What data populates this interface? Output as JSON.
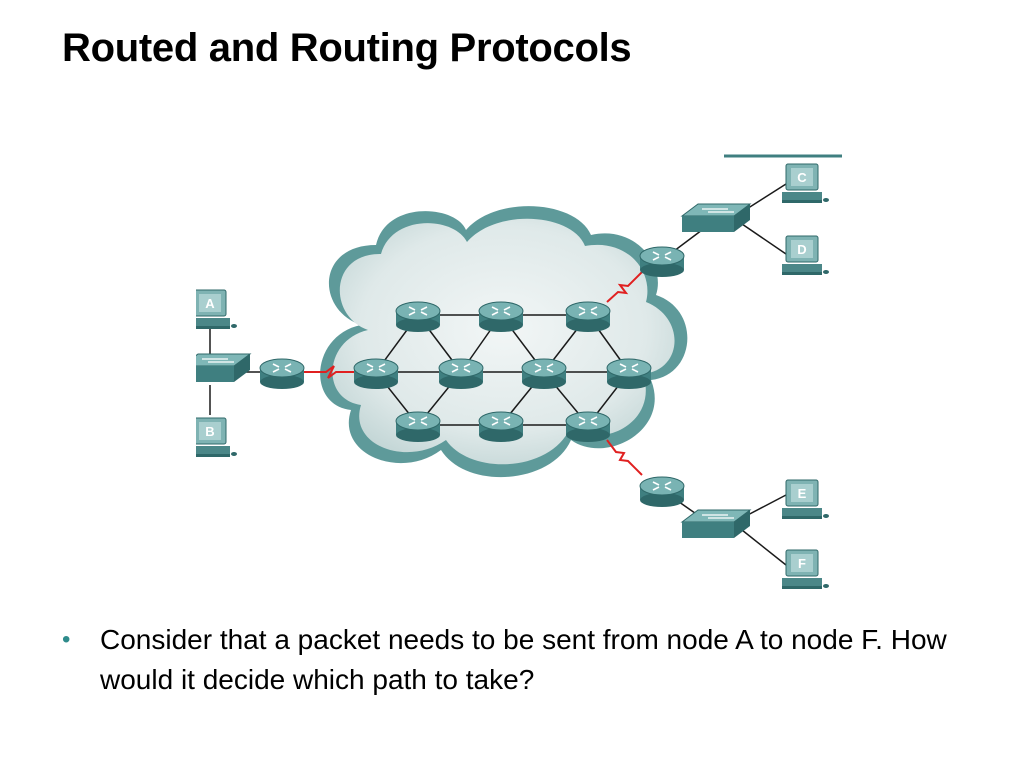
{
  "slide": {
    "title": "Routed and Routing Protocols",
    "bullets": [
      "Consider that a packet needs to be sent from node A to node F. How would it decide which path to take?"
    ]
  },
  "diagram": {
    "nodes": [
      {
        "label": "A"
      },
      {
        "label": "B"
      },
      {
        "label": "C"
      },
      {
        "label": "D"
      },
      {
        "label": "E"
      },
      {
        "label": "F"
      }
    ]
  },
  "colors": {
    "router_top": "#6aa8a8",
    "router_body": "#3f7f80",
    "cloud": "#5e9a9a",
    "wan_link": "#e02020",
    "bullet": "#2e8b8b"
  }
}
